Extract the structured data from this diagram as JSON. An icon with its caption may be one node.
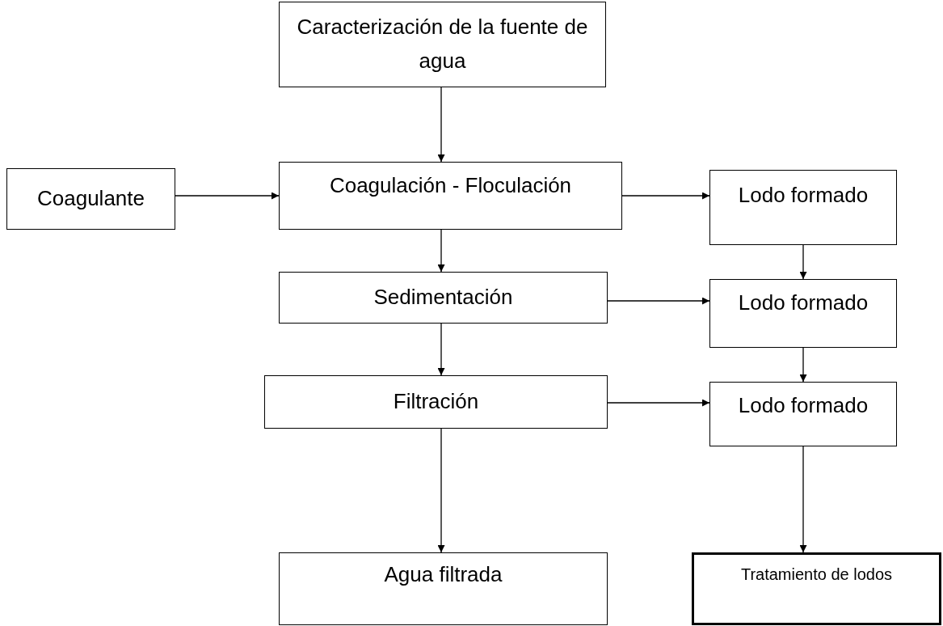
{
  "diagram": {
    "nodes": [
      {
        "text": [
          "Caracterización de la fuente de agua"
        ]
      },
      {
        "text": [
          "Coagulante"
        ]
      },
      {
        "text": [
          "Coagulación - Floculación"
        ]
      },
      {
        "text": [
          "Lodo formado"
        ]
      },
      {
        "text": [
          "Sedimentación"
        ]
      },
      {
        "text": [
          "Lodo formado"
        ]
      },
      {
        "text": [
          "Filtración"
        ]
      },
      {
        "text": [
          "Lodo formado"
        ]
      },
      {
        "text": [
          "Agua filtrada"
        ]
      },
      {
        "text": [
          "Tratamiento de lodos"
        ]
      }
    ],
    "edges": [
      {
        "from": 0,
        "to": 2,
        "arrow": "to"
      },
      {
        "from": 1,
        "to": 2,
        "arrow": "to"
      },
      {
        "from": 2,
        "to": 3,
        "arrow": "to"
      },
      {
        "from": 2,
        "to": 4,
        "arrow": "to"
      },
      {
        "from": 3,
        "to": 5,
        "arrow": "to"
      },
      {
        "from": 4,
        "to": 5,
        "arrow": "to"
      },
      {
        "from": 4,
        "to": 6,
        "arrow": "to"
      },
      {
        "from": 5,
        "to": 7,
        "arrow": "to"
      },
      {
        "from": 6,
        "to": 7,
        "arrow": "to"
      },
      {
        "from": 6,
        "to": 8,
        "arrow": "to"
      },
      {
        "from": 7,
        "to": 9,
        "arrow": "to"
      }
    ]
  }
}
